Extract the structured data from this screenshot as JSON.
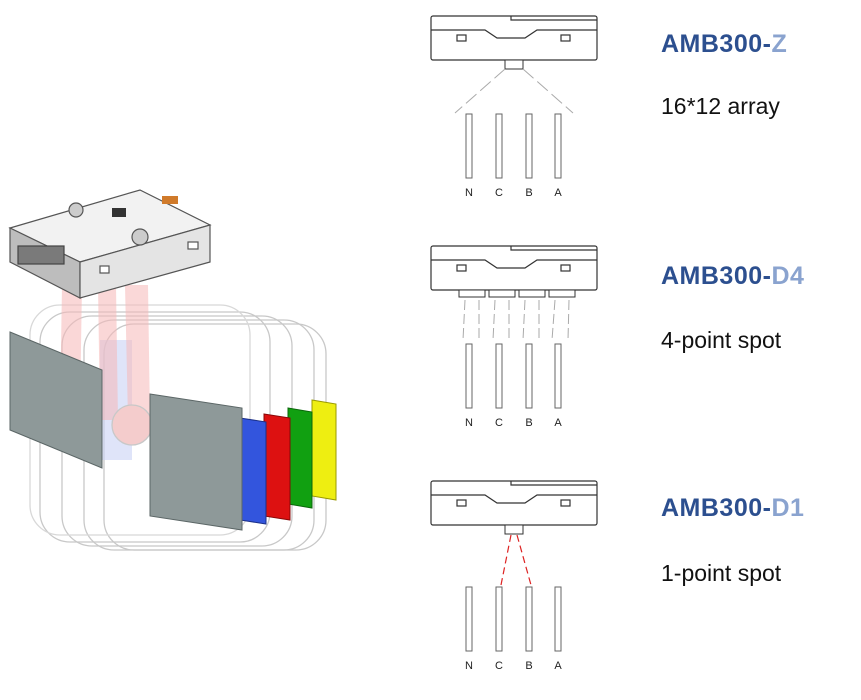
{
  "colors": {
    "model_prefix": "#2c4f8f",
    "model_suffix": "#8aa3cf",
    "beam_gray": "#aaaaaa",
    "beam_red": "#dd2222",
    "strip_blue": "#3355dd",
    "strip_red": "#dd1111",
    "strip_green": "#11a011",
    "strip_yellow": "#eeee11",
    "card_gray": "#8e9999"
  },
  "icons": [
    "sensor-module-icon",
    "sensor-outline-icon",
    "test-strip-icon"
  ],
  "variants": [
    {
      "id": "z",
      "model_prefix": "AMB300-",
      "model_suffix": "Z",
      "description": "16*12 array",
      "beam": "array",
      "channels": [
        "N",
        "C",
        "B",
        "A"
      ]
    },
    {
      "id": "d4",
      "model_prefix": "AMB300-",
      "model_suffix": "D4",
      "description": "4-point spot",
      "beam": "four-point",
      "channels": [
        "N",
        "C",
        "B",
        "A"
      ]
    },
    {
      "id": "d1",
      "model_prefix": "AMB300-",
      "model_suffix": "D1",
      "description": "1-point spot",
      "beam": "one-point",
      "channels": [
        "N",
        "C",
        "B",
        "A"
      ]
    }
  ]
}
